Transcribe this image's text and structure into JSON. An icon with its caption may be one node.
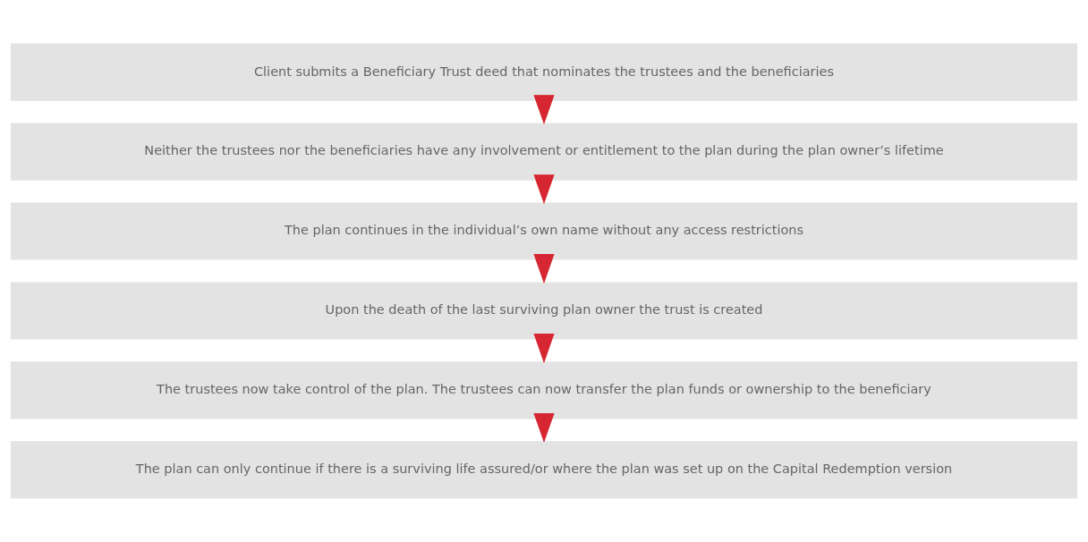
{
  "diagram": {
    "nodes": [
      {
        "text": [
          "Client submits a Beneficiary Trust deed that nominates the trustees and the beneficiaries"
        ]
      },
      {
        "text": [
          "Neither the trustees nor the beneficiaries have any involvement or entitlement to the plan during the plan owner’s lifetime"
        ]
      },
      {
        "text": [
          "The plan continues in the individual’s own name without any access restrictions"
        ]
      },
      {
        "text": [
          "Upon the death of the last surviving plan owner the trust is created"
        ]
      },
      {
        "text": [
          "The trustees now take control of the plan. The trustees can now transfer the plan funds or ownership to the beneficiary"
        ]
      },
      {
        "text": [
          "The plan can only continue if there is a surviving life assured/or where the plan was set up on the Capital Redemption version"
        ]
      }
    ],
    "edges": [
      {
        "from": 0,
        "to": 1,
        "arrow": "to"
      },
      {
        "from": 1,
        "to": 2,
        "arrow": "to"
      },
      {
        "from": 2,
        "to": 3,
        "arrow": "to"
      },
      {
        "from": 3,
        "to": 4,
        "arrow": "to"
      },
      {
        "from": 4,
        "to": 5,
        "arrow": "to"
      }
    ]
  }
}
